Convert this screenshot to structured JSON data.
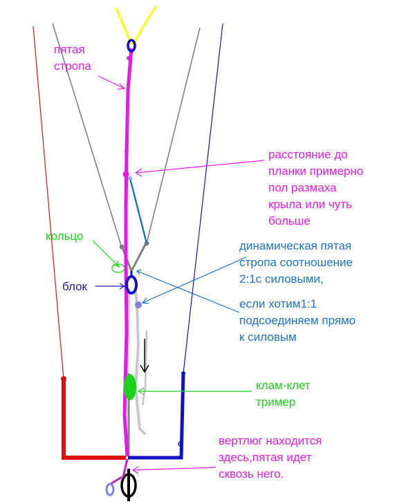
{
  "labels": {
    "fifth_line": "пятая\nстропа",
    "distance": "расстояние до\nпланки примерно\nпол размаха\nкрыла или чуть\nбольше",
    "ring": "кольцо",
    "dynamic": "динамическая пятая\nстропа соотношение\n2:1с силовыми,",
    "direct": "если хотим1:1\nподсоединяем прямо\nк силовым",
    "block": "блок",
    "cleat": "клам-клет\nтример",
    "swivel": "вертлюг находится\nздесь,пятая идет\nсквозь него."
  },
  "colors": {
    "fifth_line": "#e619e6",
    "power_line_left": "#e01010",
    "power_line_right": "#1010c8",
    "bridle": "#808080",
    "bridle_top": "#ffff00",
    "dynamic_line": "#1a73c4",
    "trimmer_line": "#c8c8c8",
    "cleat": "#19d219",
    "pointer_pink": "#e619e6",
    "pointer_blue": "#1a73c4",
    "pointer_green": "#19d219",
    "pointer_navy": "#1a1aa6",
    "arrow": "#000000"
  },
  "icons": [
    "block-pulley-icon",
    "ring-icon",
    "swivel-icon",
    "cleat-icon"
  ]
}
